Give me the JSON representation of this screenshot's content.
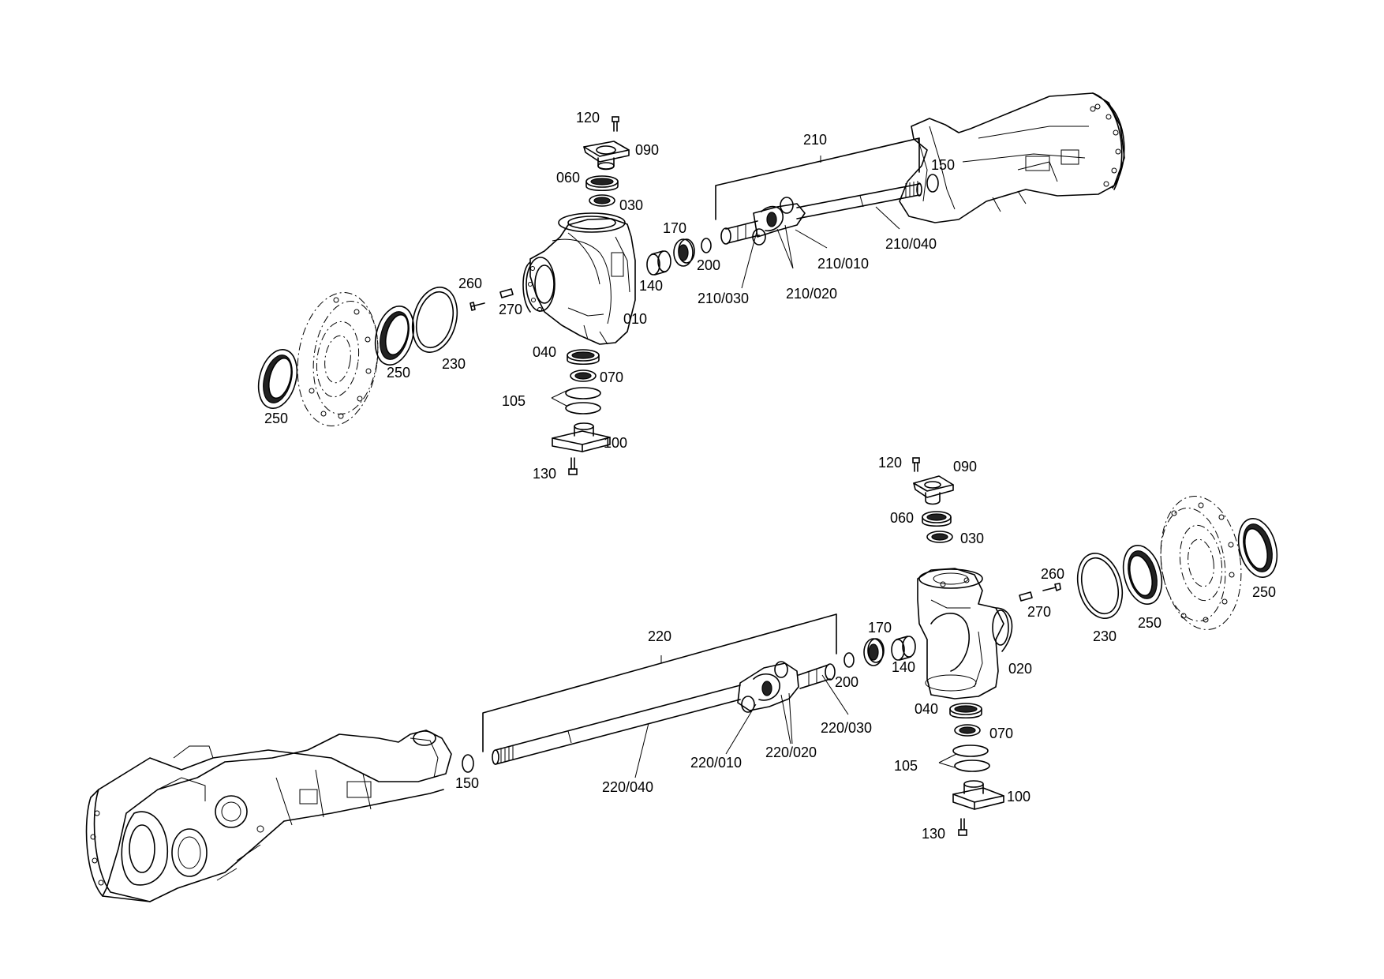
{
  "labels": {
    "upper": {
      "l120": "120",
      "l090": "090",
      "l060": "060",
      "l030": "030",
      "l210": "210",
      "l150": "150",
      "l170": "170",
      "l140": "140",
      "l200": "200",
      "l210_010": "210/010",
      "l210_040": "210/040",
      "l210_030": "210/030",
      "l210_020": "210/020",
      "l260": "260",
      "l270": "270",
      "l010": "010",
      "l250a": "250",
      "l250b": "250",
      "l230": "230",
      "l040": "040",
      "l070": "070",
      "l105": "105",
      "l100": "100",
      "l130": "130"
    },
    "lower": {
      "l120": "120",
      "l090": "090",
      "l060": "060",
      "l030": "030",
      "l260": "260",
      "l270": "270",
      "l230": "230",
      "l250a": "250",
      "l250b": "250",
      "l220": "220",
      "l170": "170",
      "l140": "140",
      "l200": "200",
      "l020": "020",
      "l220_030": "220/030",
      "l220_010": "220/010",
      "l220_020": "220/020",
      "l220_040": "220/040",
      "l150": "150",
      "l040": "040",
      "l070": "070",
      "l105": "105",
      "l100": "100",
      "l130": "130"
    }
  }
}
